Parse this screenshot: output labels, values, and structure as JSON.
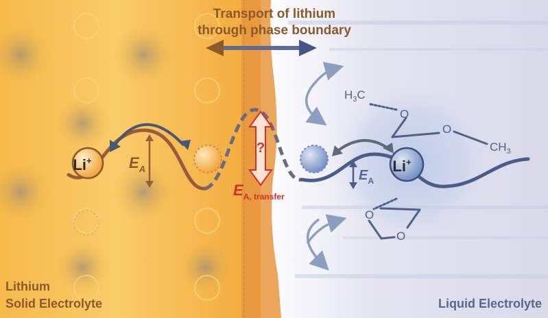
{
  "title": {
    "line1": "Transport of lithium",
    "line2": "through phase boundary"
  },
  "labels": {
    "solid_line1": "Lithium",
    "solid_line2": "Solid Electrolyte",
    "liquid": "Liquid Electrolyte",
    "ion": "Li",
    "ion_charge": "+",
    "ea_symbol": "E",
    "ea_sub": "A",
    "transfer_symbol": "E",
    "transfer_sub": "A, transfer",
    "unknown": "?"
  },
  "molecule": {
    "h3c": "H",
    "h3c_sub": "3",
    "h3c_c": "C",
    "ch3": "CH",
    "ch3_sub": "3",
    "oxygen": "O"
  },
  "colors": {
    "solid_bg": "#f3b43d",
    "interphase": "#e8963e",
    "liquid_bg": "#e9e9f3",
    "brown": "#8a5a2a",
    "blue": "#55698f",
    "red": "#d0302a"
  }
}
